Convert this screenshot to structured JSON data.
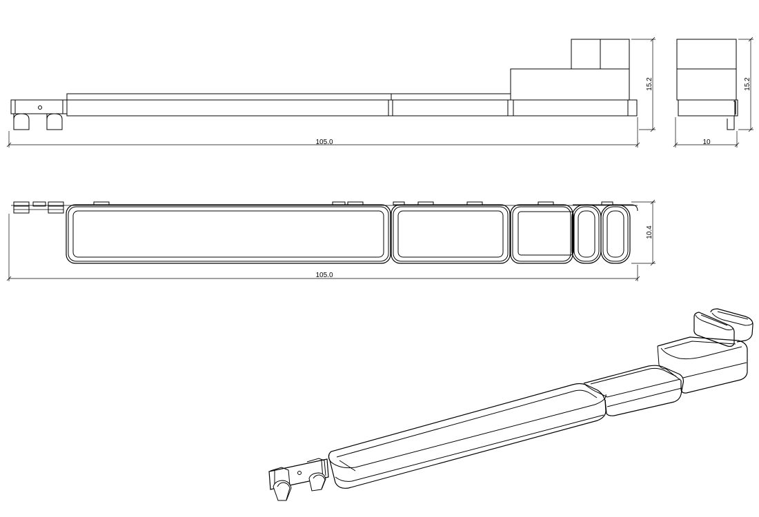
{
  "dimensions": {
    "front_length": "105.0",
    "front_height": "15.2",
    "side_width": "10",
    "side_height": "15.2",
    "top_length": "105.0",
    "top_depth": "10.4"
  }
}
